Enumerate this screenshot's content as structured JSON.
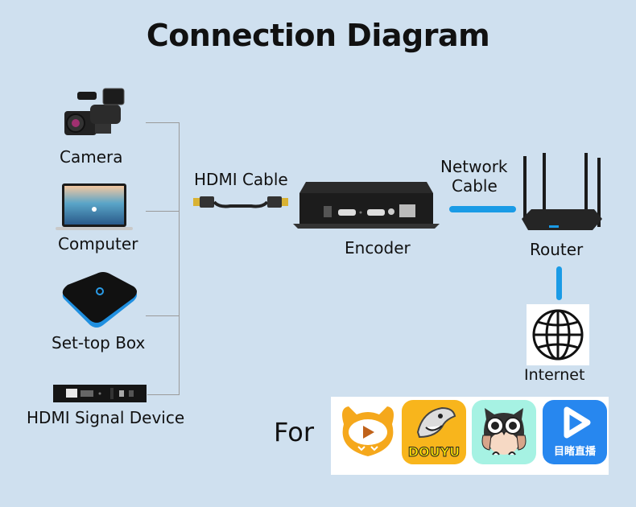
{
  "title": "Connection Diagram",
  "sources": [
    {
      "label": "Camera",
      "icon": "video-camera-icon"
    },
    {
      "label": "Computer",
      "icon": "laptop-icon"
    },
    {
      "label": "Set-top Box",
      "icon": "set-top-box-icon"
    },
    {
      "label": "HDMI Signal Device",
      "icon": "hdmi-device-icon"
    }
  ],
  "hdmi_cable": {
    "label": "HDMI Cable"
  },
  "encoder": {
    "label": "Encoder"
  },
  "network_cable": {
    "label_line1": "Network",
    "label_line2": "Cable"
  },
  "router": {
    "label": "Router"
  },
  "internet": {
    "label": "Internet"
  },
  "platforms": {
    "label": "For",
    "apps": [
      {
        "name": "huya",
        "icon": "tiger-play-app-icon"
      },
      {
        "name": "douyu",
        "text": "DOUYU",
        "icon": "douyu-shark-app-icon"
      },
      {
        "name": "owl-live",
        "icon": "owl-app-icon"
      },
      {
        "name": "mudu-live",
        "text": "目睹直播",
        "icon": "play-button-app-icon"
      }
    ]
  },
  "colors": {
    "background": "#cfe0ef",
    "link": "#1a9be6",
    "connector": "#9a9a9a"
  }
}
